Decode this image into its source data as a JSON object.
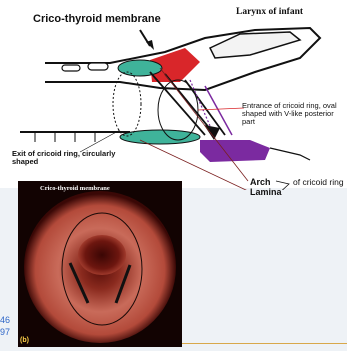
{
  "figure": {
    "title_left": "Crico-thyroid membrane",
    "title_right": "Larynx of infant",
    "label_entrance": "Entrance of cricoid ring, oval shaped with V-like posterior part",
    "label_exit": "Exit of cricoid ring, circularly shaped",
    "label_arch": "Arch",
    "label_lamina": "Lamina",
    "label_cricoid": "of cricoid ring",
    "photo_title": "Crico-thyroid membrane",
    "panel_label": "(b)"
  },
  "page_numbers": [
    "46",
    "97"
  ],
  "colors": {
    "membrane_teal": "#3fb39a",
    "thyroid_red": "#d9262a",
    "arytenoid_purple": "#7b2aa0",
    "cartilage_gray": "#e6e6e6"
  }
}
